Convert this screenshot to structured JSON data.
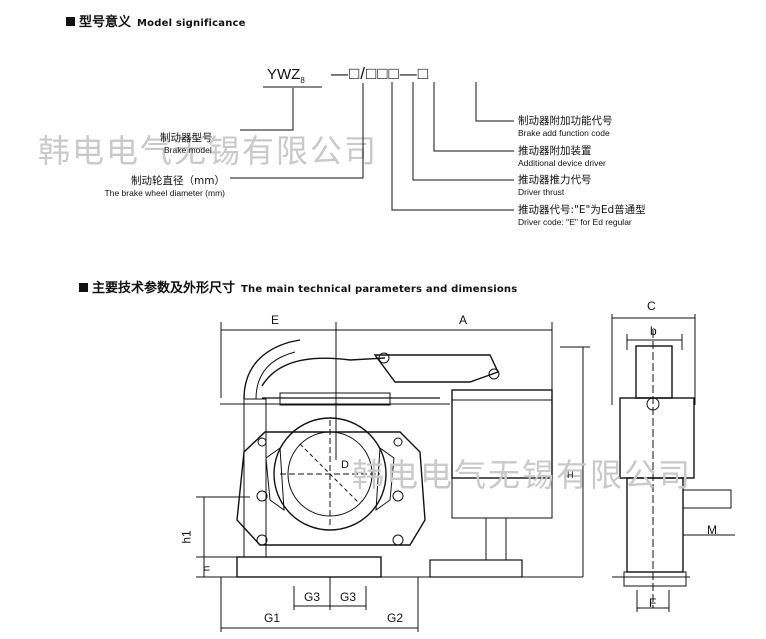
{
  "section1": {
    "title_cn": "型号意义",
    "title_en": "Model significance"
  },
  "model": {
    "prefix": "YWZ",
    "subscript": "8",
    "code_pattern": "—□/□□□—□"
  },
  "labels": [
    {
      "id": "brake-model",
      "cn": "制动器型号",
      "en": "Brake model"
    },
    {
      "id": "wheel-diameter",
      "cn": "制动轮直径（mm）",
      "en": "The brake wheel diameter (mm)"
    },
    {
      "id": "add-function",
      "cn": "制动器附加功能代号",
      "en": "Brake add function code"
    },
    {
      "id": "additional-device",
      "cn": "推动器附加装置",
      "en": "Additional device driver"
    },
    {
      "id": "driver-thrust",
      "cn": "推动器推力代号",
      "en": "Driver thrust"
    },
    {
      "id": "driver-code",
      "cn": "推动器代号:\"E\"为Ed普通型",
      "en": "Driver code: \"E\" for Ed regular"
    }
  ],
  "watermark": {
    "top": "韩电电气无锡有限公司",
    "mid": "韩电电气无锡有限公司"
  },
  "section2": {
    "title_cn": "主要技术参数及外形尺寸",
    "title_en": "The main technical parameters and dimensions"
  },
  "dims": {
    "E": "E",
    "A": "A",
    "C": "C",
    "b": "b",
    "D": "D",
    "H": "H",
    "h1": "h1",
    "n": "n",
    "G1": "G1",
    "G2": "G2",
    "G3": "G3",
    "M": "M",
    "F": "F"
  }
}
